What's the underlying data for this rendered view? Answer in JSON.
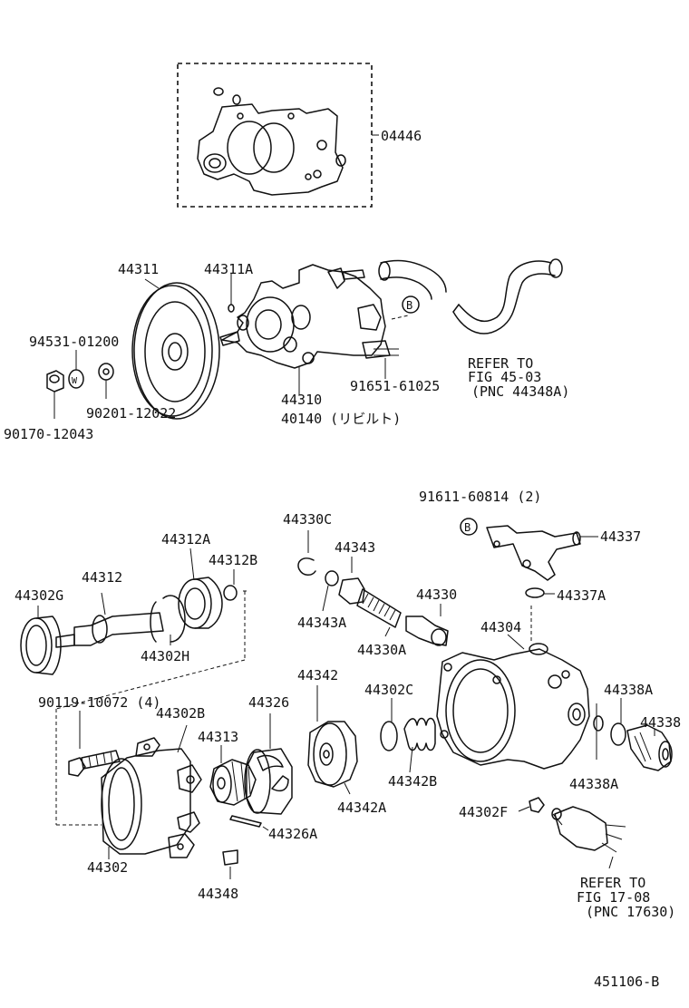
{
  "labels": {
    "l04446": "04446",
    "l44311": "44311",
    "l44311A": "44311A",
    "l94531": "94531-01200",
    "l90201": "90201-12022",
    "l90170": "90170-12043",
    "l44310": "44310",
    "l40140": "40140 (リビルト)",
    "l91651": "91651-61025",
    "lB1": "B",
    "lrefer1a": "REFER TO",
    "lrefer1b": "FIG 45-03",
    "lrefer1c": "(PNC 44348A)",
    "l91611": "91611-60814 (2)",
    "lB2": "B",
    "l44337": "44337",
    "l44337A": "44337A",
    "l44330C": "44330C",
    "l44343": "44343",
    "l44343A": "44343A",
    "l44330": "44330",
    "l44330A": "44330A",
    "l44312A": "44312A",
    "l44312B": "44312B",
    "l44312": "44312",
    "l44302G": "44302G",
    "l44302H": "44302H",
    "l44304": "44304",
    "l90119": "90119-10072 (4)",
    "l44302B": "44302B",
    "l44313": "44313",
    "l44326": "44326",
    "l44342": "44342",
    "l44302C": "44302C",
    "l44338A1": "44338A",
    "l44338": "44338",
    "l44338A2": "44338A",
    "l44342B": "44342B",
    "l44342A": "44342A",
    "l44326A": "44326A",
    "l44302F": "44302F",
    "l44302": "44302",
    "l44348": "44348",
    "lrefer2a": "REFER TO",
    "lrefer2b": "FIG 17-08",
    "lrefer2c": "(PNC 17630)",
    "lfig": "451106-B"
  }
}
